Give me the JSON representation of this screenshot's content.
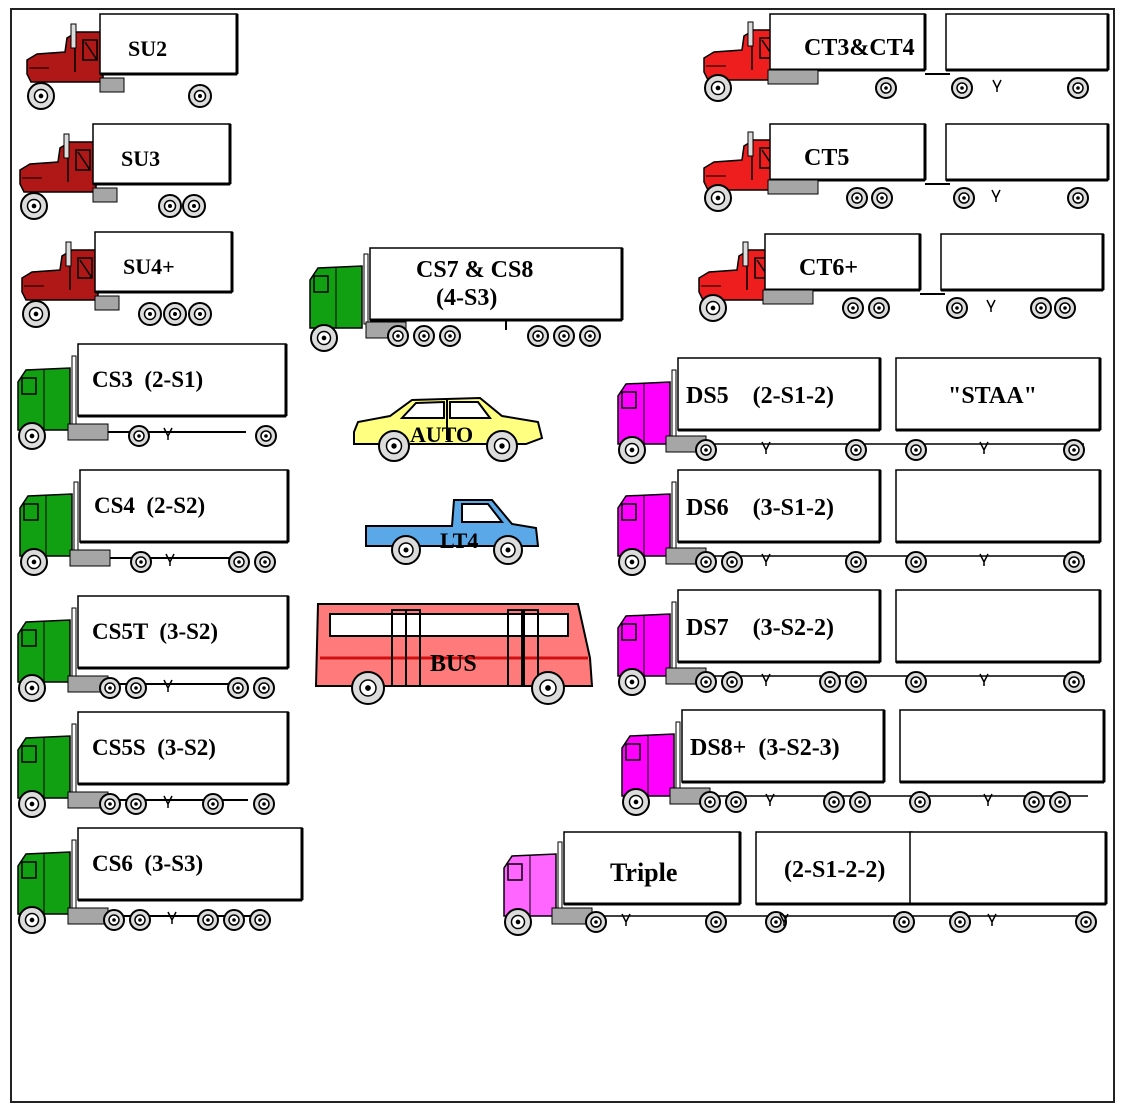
{
  "colors": {
    "single_unit_cab": "#b01818",
    "combination_red_cab": "#ee1e1e",
    "semi_cab": "#11a011",
    "double_cab": "#ff00ff",
    "triple_cab": "#ff66ff",
    "auto_body": "#ffff80",
    "pickup_body": "#5aa8e8",
    "bus_body": "#ff7b7b",
    "wheel_fill": "#dcdcdc",
    "chassis": "#a6a6a6",
    "outline": "#000000"
  },
  "vehicles": {
    "su2": {
      "label": "SU2",
      "cab": "single_unit_cab"
    },
    "su3": {
      "label": "SU3",
      "cab": "single_unit_cab"
    },
    "su4": {
      "label": "SU4+",
      "cab": "single_unit_cab"
    },
    "ct34": {
      "label": "CT3&CT4",
      "cab": "combination_red_cab"
    },
    "ct5": {
      "label": "CT5",
      "cab": "combination_red_cab"
    },
    "ct6": {
      "label": "CT6+",
      "cab": "combination_red_cab"
    },
    "cs78": {
      "label": "CS7 & CS8",
      "sublabel": "(4-S3)",
      "cab": "semi_cab"
    },
    "cs3": {
      "label": "CS3  (2-S1)",
      "cab": "semi_cab"
    },
    "cs4": {
      "label": "CS4  (2-S2)",
      "cab": "semi_cab"
    },
    "cs5t": {
      "label": "CS5T  (3-S2)",
      "cab": "semi_cab"
    },
    "cs5s": {
      "label": "CS5S  (3-S2)",
      "cab": "semi_cab"
    },
    "cs6": {
      "label": "CS6  (3-S3)",
      "cab": "semi_cab"
    },
    "auto": {
      "label": "AUTO",
      "icon": "car-icon"
    },
    "lt4": {
      "label": "LT4",
      "icon": "pickup-truck-icon"
    },
    "bus": {
      "label": "BUS",
      "icon": "bus-icon"
    },
    "ds5": {
      "label": "DS5    (2-S1-2)",
      "trailer_label": "\"STAA\"",
      "cab": "double_cab"
    },
    "ds6": {
      "label": "DS6    (3-S1-2)",
      "cab": "double_cab"
    },
    "ds7": {
      "label": "DS7    (3-S2-2)",
      "cab": "double_cab"
    },
    "ds8": {
      "label": "DS8+  (3-S2-3)",
      "cab": "double_cab"
    },
    "triple": {
      "label": "Triple",
      "trailer_label": "(2-S1-2-2)",
      "cab": "triple_cab"
    }
  }
}
